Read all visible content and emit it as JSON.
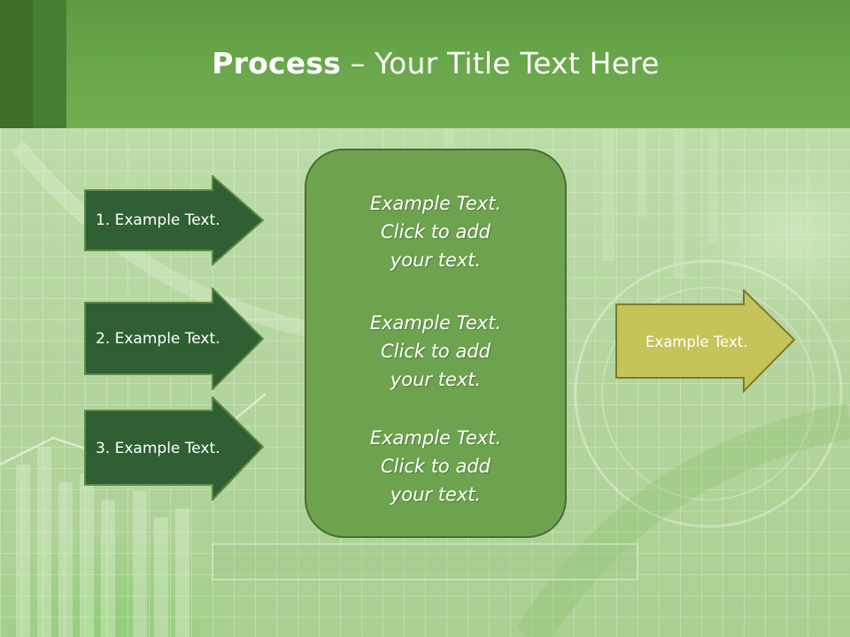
{
  "slide": {
    "title_bold": "Process",
    "title_rest": " – Your Title Text Here"
  },
  "steps": [
    {
      "label": "1. Example Text."
    },
    {
      "label": "2. Example Text."
    },
    {
      "label": "3. Example Text."
    }
  ],
  "center_box": {
    "blocks": [
      {
        "lines": [
          "Example Text.",
          "Click  to add",
          "your text."
        ]
      },
      {
        "lines": [
          "Example Text.",
          "Click  to add",
          "your text."
        ]
      },
      {
        "lines": [
          "Example Text.",
          "Click  to add",
          "your text."
        ]
      }
    ]
  },
  "result": {
    "label": "Example Text."
  },
  "colors": {
    "header_green": "#6aa84b",
    "step_arrow_fill": "#2f5f33",
    "center_box_fill": "#6da34e",
    "result_arrow_fill": "#c4c45a",
    "background_green": "#b6d7a2"
  }
}
